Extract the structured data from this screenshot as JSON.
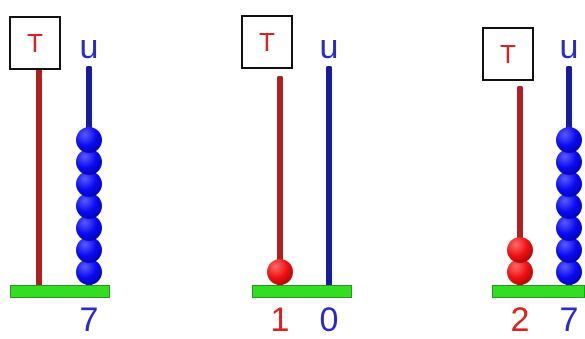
{
  "abacuses": [
    {
      "tens_label": "T",
      "units_label": "u",
      "tens_beads": 0,
      "units_beads": 7,
      "digits": {
        "tens": "",
        "units": "7"
      }
    },
    {
      "tens_label": "T",
      "units_label": "u",
      "tens_beads": 1,
      "units_beads": 0,
      "digits": {
        "tens": "1",
        "units": "0"
      }
    },
    {
      "tens_label": "T",
      "units_label": "u",
      "tens_beads": 2,
      "units_beads": 7,
      "digits": {
        "tens": "2",
        "units": "7"
      }
    }
  ],
  "colors": {
    "tens": "#e02020",
    "units": "#2a2acc",
    "base": "#33dd22"
  }
}
